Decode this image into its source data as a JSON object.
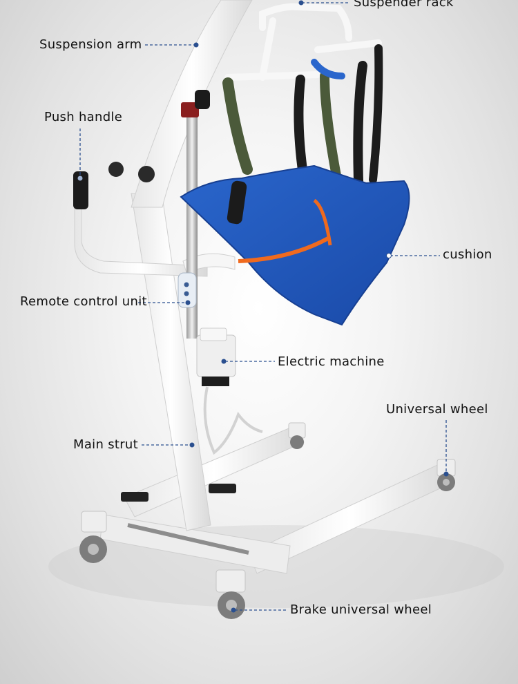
{
  "labels": {
    "suspender_rack": "Suspender rack",
    "suspension_arm": "Suspension arm",
    "push_handle": "Push handle",
    "cushion": "cushion",
    "remote_control_unit": "Remote control unit",
    "electric_machine": "Electric machine",
    "universal_wheel": "Universal wheel",
    "main_strut": "Main strut",
    "brake_universal_wheel": "Brake universal wheel"
  },
  "colors": {
    "frame": "#f4f4f4",
    "sling": "#1f56b8",
    "strap": "#1c1c1c",
    "strap_olive": "#4b5a3a",
    "orange_strap": "#f06a1e",
    "leader": "#2a4f8f"
  }
}
